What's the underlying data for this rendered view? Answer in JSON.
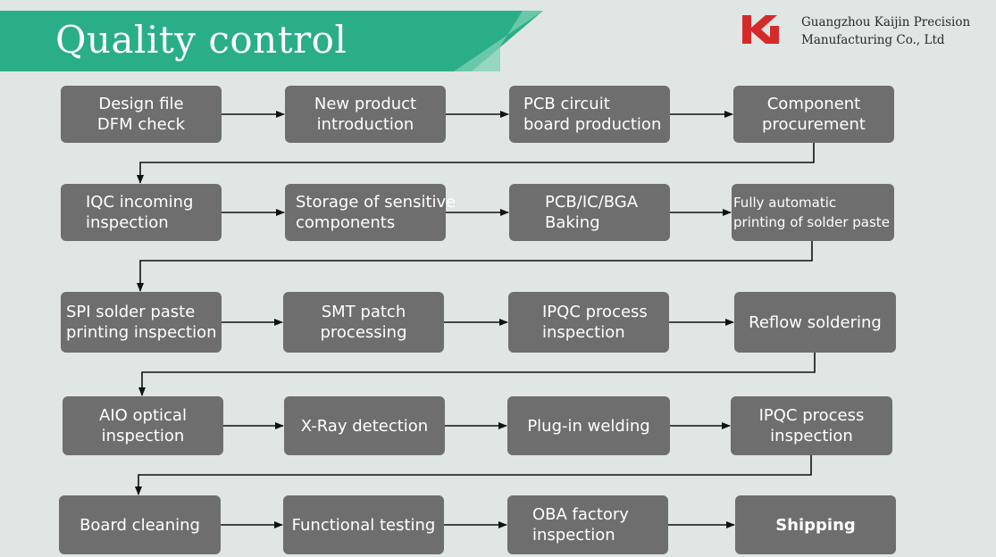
{
  "header": {
    "title": "Quality control",
    "brand_color": "#2aae88",
    "company_line1": "Guangzhou Kaijin Precision",
    "company_line2": "Manufacturing Co., Ltd",
    "logo_color": "#d62a2a",
    "logo_text": "KJ"
  },
  "flow": {
    "box_color": "#6e6e6e",
    "rows": [
      {
        "steps": [
          {
            "id": "design-file-dfm-check",
            "lines": [
              "Design file",
              "DFM check"
            ]
          },
          {
            "id": "new-product-introduction",
            "lines": [
              "New product",
              "introduction"
            ]
          },
          {
            "id": "pcb-circuit-board-production",
            "lines": [
              "PCB circuit",
              "board production"
            ]
          },
          {
            "id": "component-procurement",
            "lines": [
              "Component",
              "procurement"
            ]
          }
        ]
      },
      {
        "steps": [
          {
            "id": "iqc-incoming-inspection",
            "lines": [
              "IQC incoming",
              "inspection"
            ]
          },
          {
            "id": "storage-of-sensitive-components",
            "lines": [
              "Storage of sensitive",
              "components"
            ]
          },
          {
            "id": "pcb-ic-bga-baking",
            "lines": [
              "PCB/IC/BGA",
              "Baking"
            ]
          },
          {
            "id": "fully-automatic-printing-of-solder-paste",
            "lines": [
              "Fully automatic",
              "printing of solder paste"
            ]
          }
        ]
      },
      {
        "steps": [
          {
            "id": "spi-solder-paste-printing-inspection",
            "lines": [
              "SPI solder paste",
              "printing inspection"
            ]
          },
          {
            "id": "smt-patch-processing",
            "lines": [
              "SMT patch",
              "processing"
            ]
          },
          {
            "id": "ipqc-process-inspection-1",
            "lines": [
              "IPQC process",
              "inspection"
            ]
          },
          {
            "id": "reflow-soldering",
            "lines": [
              "Reflow soldering"
            ]
          }
        ]
      },
      {
        "steps": [
          {
            "id": "aio-optical-inspection",
            "lines": [
              "AIO optical",
              "inspection"
            ]
          },
          {
            "id": "x-ray-detection",
            "lines": [
              "X-Ray detection"
            ]
          },
          {
            "id": "plug-in-welding",
            "lines": [
              "Plug-in welding"
            ]
          },
          {
            "id": "ipqc-process-inspection-2",
            "lines": [
              "IPQC process",
              "inspection"
            ]
          }
        ]
      },
      {
        "steps": [
          {
            "id": "board-cleaning",
            "lines": [
              "Board cleaning"
            ]
          },
          {
            "id": "functional-testing",
            "lines": [
              "Functional testing"
            ]
          },
          {
            "id": "oba-factory-inspection",
            "lines": [
              "OBA factory",
              "inspection"
            ]
          },
          {
            "id": "shipping",
            "lines": [
              "Shipping"
            ]
          }
        ]
      }
    ]
  }
}
